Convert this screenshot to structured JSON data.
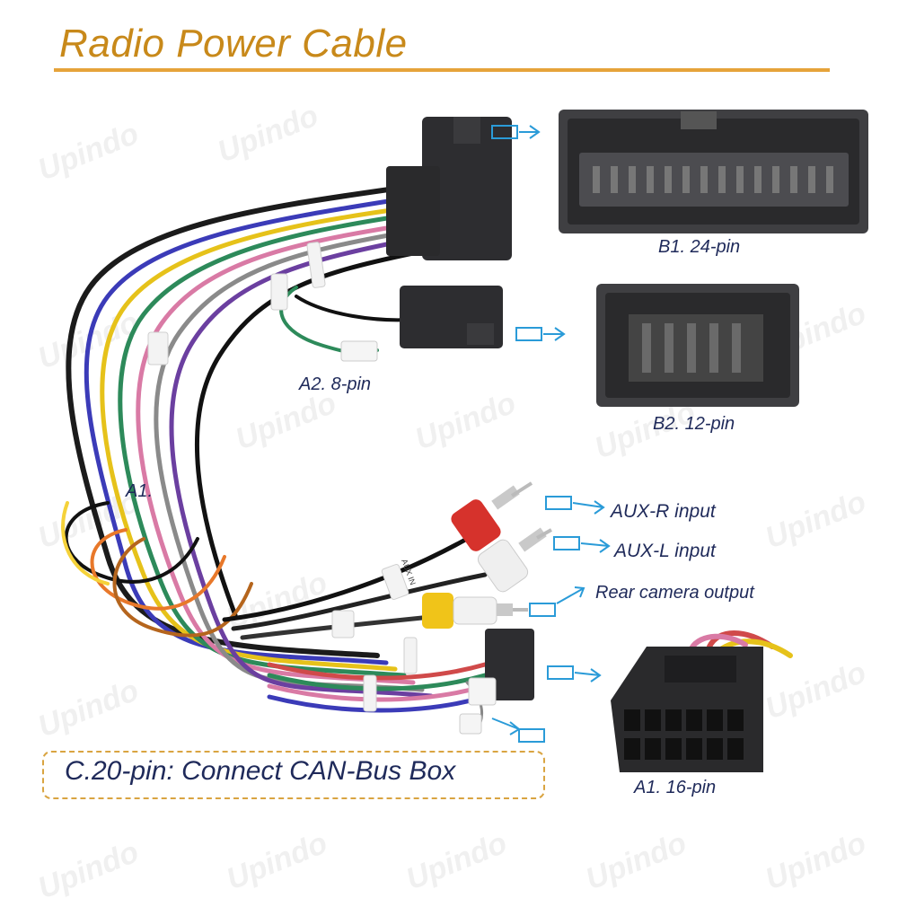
{
  "title": "Radio Power Cable",
  "watermark": "Upindo",
  "labels": {
    "b1": "B1. 24-pin",
    "b2": "B2. 12-pin",
    "a2": "A2. 8-pin",
    "a1_wire": "A1.",
    "a1": "A1. 16-pin",
    "aux_r": "AUX-R input",
    "aux_l": "AUX-L input",
    "rear_cam": "Rear camera output",
    "canbus": "C.20-pin: Connect CAN-Bus Box"
  },
  "sleeve_text": {
    "aux_in": "AUX IN"
  },
  "colors": {
    "title": "#c8891a",
    "rule": "#e6a33a",
    "label": "#1f2a5a",
    "arrow": "#2a9bd8",
    "connector": "#3f3f42",
    "rca_red": "#d6322c",
    "rca_white": "#f2f2f2",
    "rca_yellow": "#f0c419"
  }
}
